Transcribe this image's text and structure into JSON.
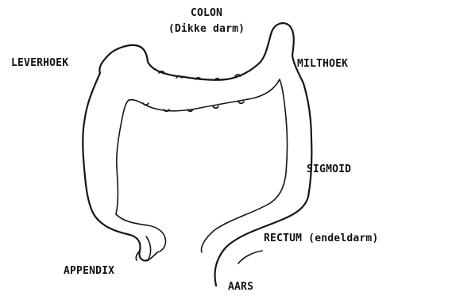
{
  "labels": {
    "colon_title": "COLON",
    "colon_subtitle": "(Dikke darm)",
    "leverhoek": "LEVERHOEK",
    "milthoek": "MILTHOEK",
    "sigmoid": "SIGMOID",
    "rectum": "RECTUM (endeldarm)",
    "appendix": "APPENDIX",
    "aars": "AARS"
  },
  "colors": {
    "ink": "#161616",
    "background": "#ffffff"
  }
}
